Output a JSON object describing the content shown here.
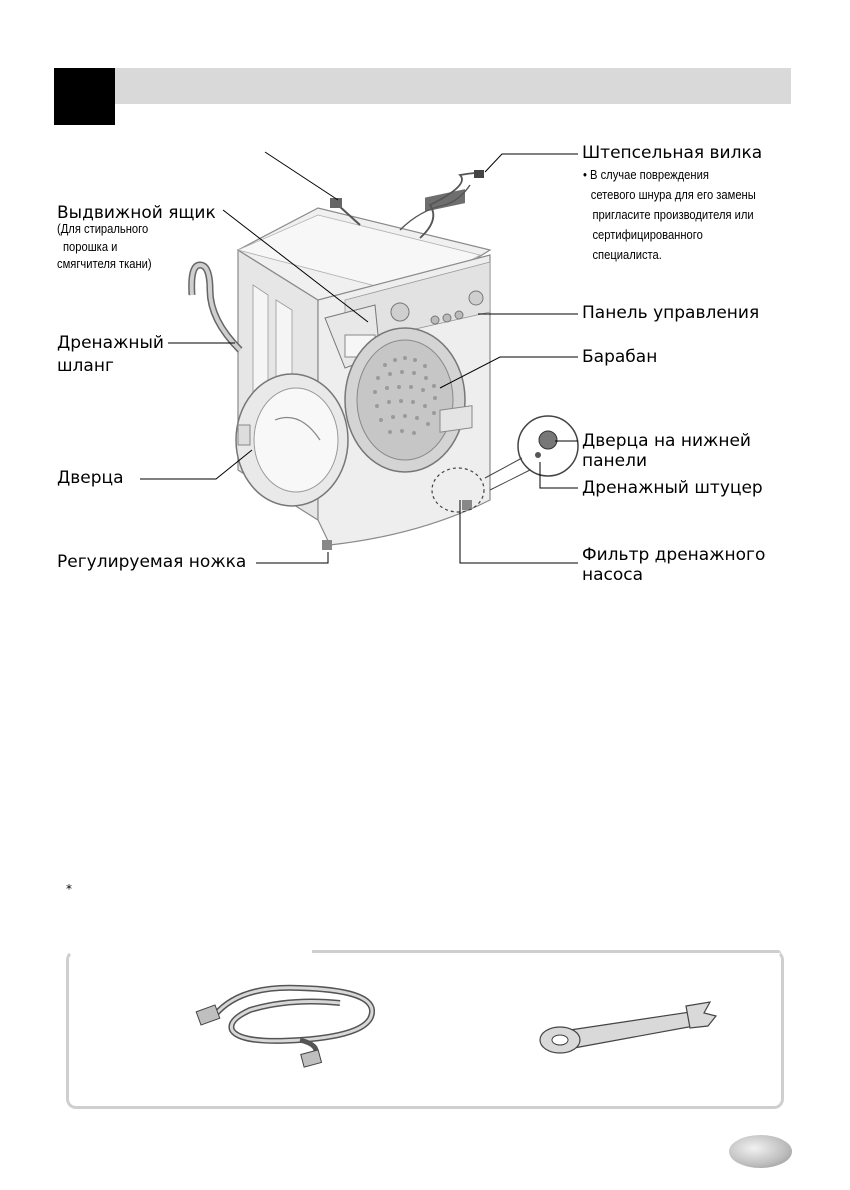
{
  "header": {
    "title": ""
  },
  "labels": {
    "drawer_title": "Выдвижной ящик",
    "drawer_sub1": "(Для стирального",
    "drawer_sub2": "порошка и",
    "drawer_sub3": "смягчителя ткани)",
    "drain_hose_1": "Дренажный",
    "drain_hose_2": "шланг",
    "door": "Дверца",
    "adjustable_foot": "Регулируемая ножка",
    "plug": "Штепсельная вилка",
    "control_panel": "Панель управления",
    "drum": "Барабан",
    "lower_door_1": "Дверца на нижней",
    "lower_door_2": "панели",
    "drain_nozzle": "Дренажный штуцер",
    "pump_filter_1": "Фильтр дренажного",
    "pump_filter_2": "насоса"
  },
  "plug_note": {
    "line1": "• В случае повреждения",
    "line2": "сетевого шнура для его замены",
    "line3": "пригласите производителя или",
    "line4": "сертифицированного",
    "line5": "специалиста."
  },
  "footnote": {
    "mark": "*"
  },
  "accessories": {
    "items": [
      "inlet-hose",
      "wrench"
    ]
  },
  "page": {
    "number": ""
  }
}
